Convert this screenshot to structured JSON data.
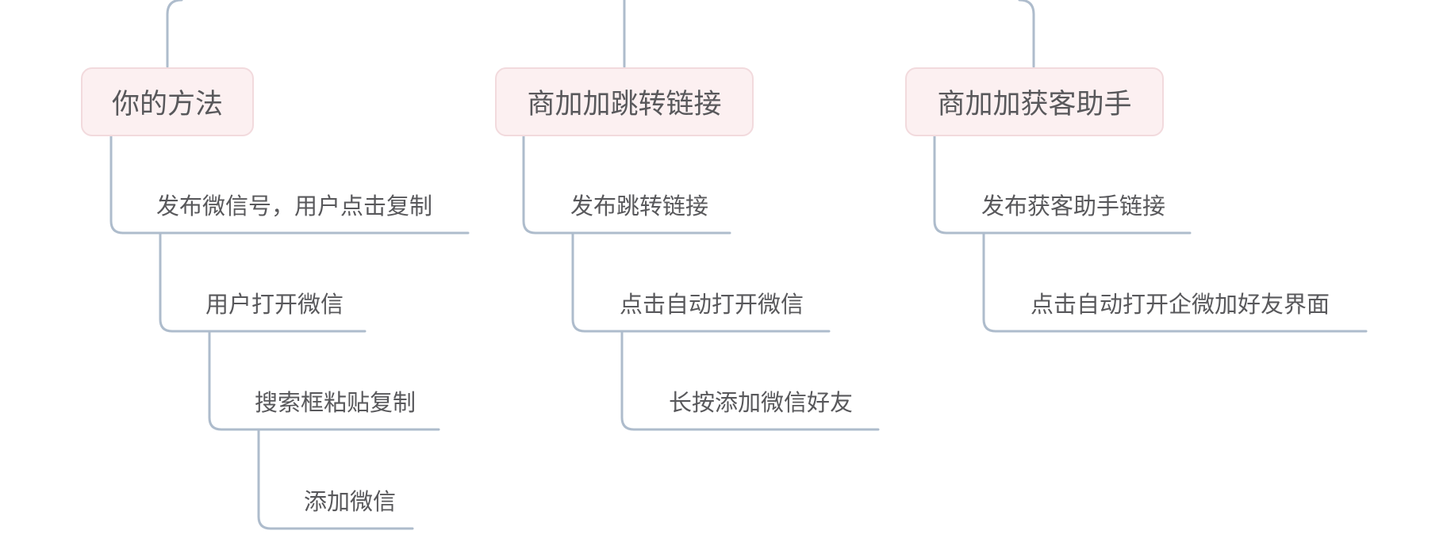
{
  "branches": [
    {
      "title": "你的方法",
      "steps": [
        "发布微信号，用户点击复制",
        "用户打开微信",
        "搜索框粘贴复制",
        "添加微信"
      ]
    },
    {
      "title": "商加加跳转链接",
      "steps": [
        "发布跳转链接",
        "点击自动打开微信",
        "长按添加微信好友"
      ]
    },
    {
      "title": "商加加获客助手",
      "steps": [
        "发布获客助手链接",
        "点击自动打开企微加好友界面"
      ]
    }
  ]
}
